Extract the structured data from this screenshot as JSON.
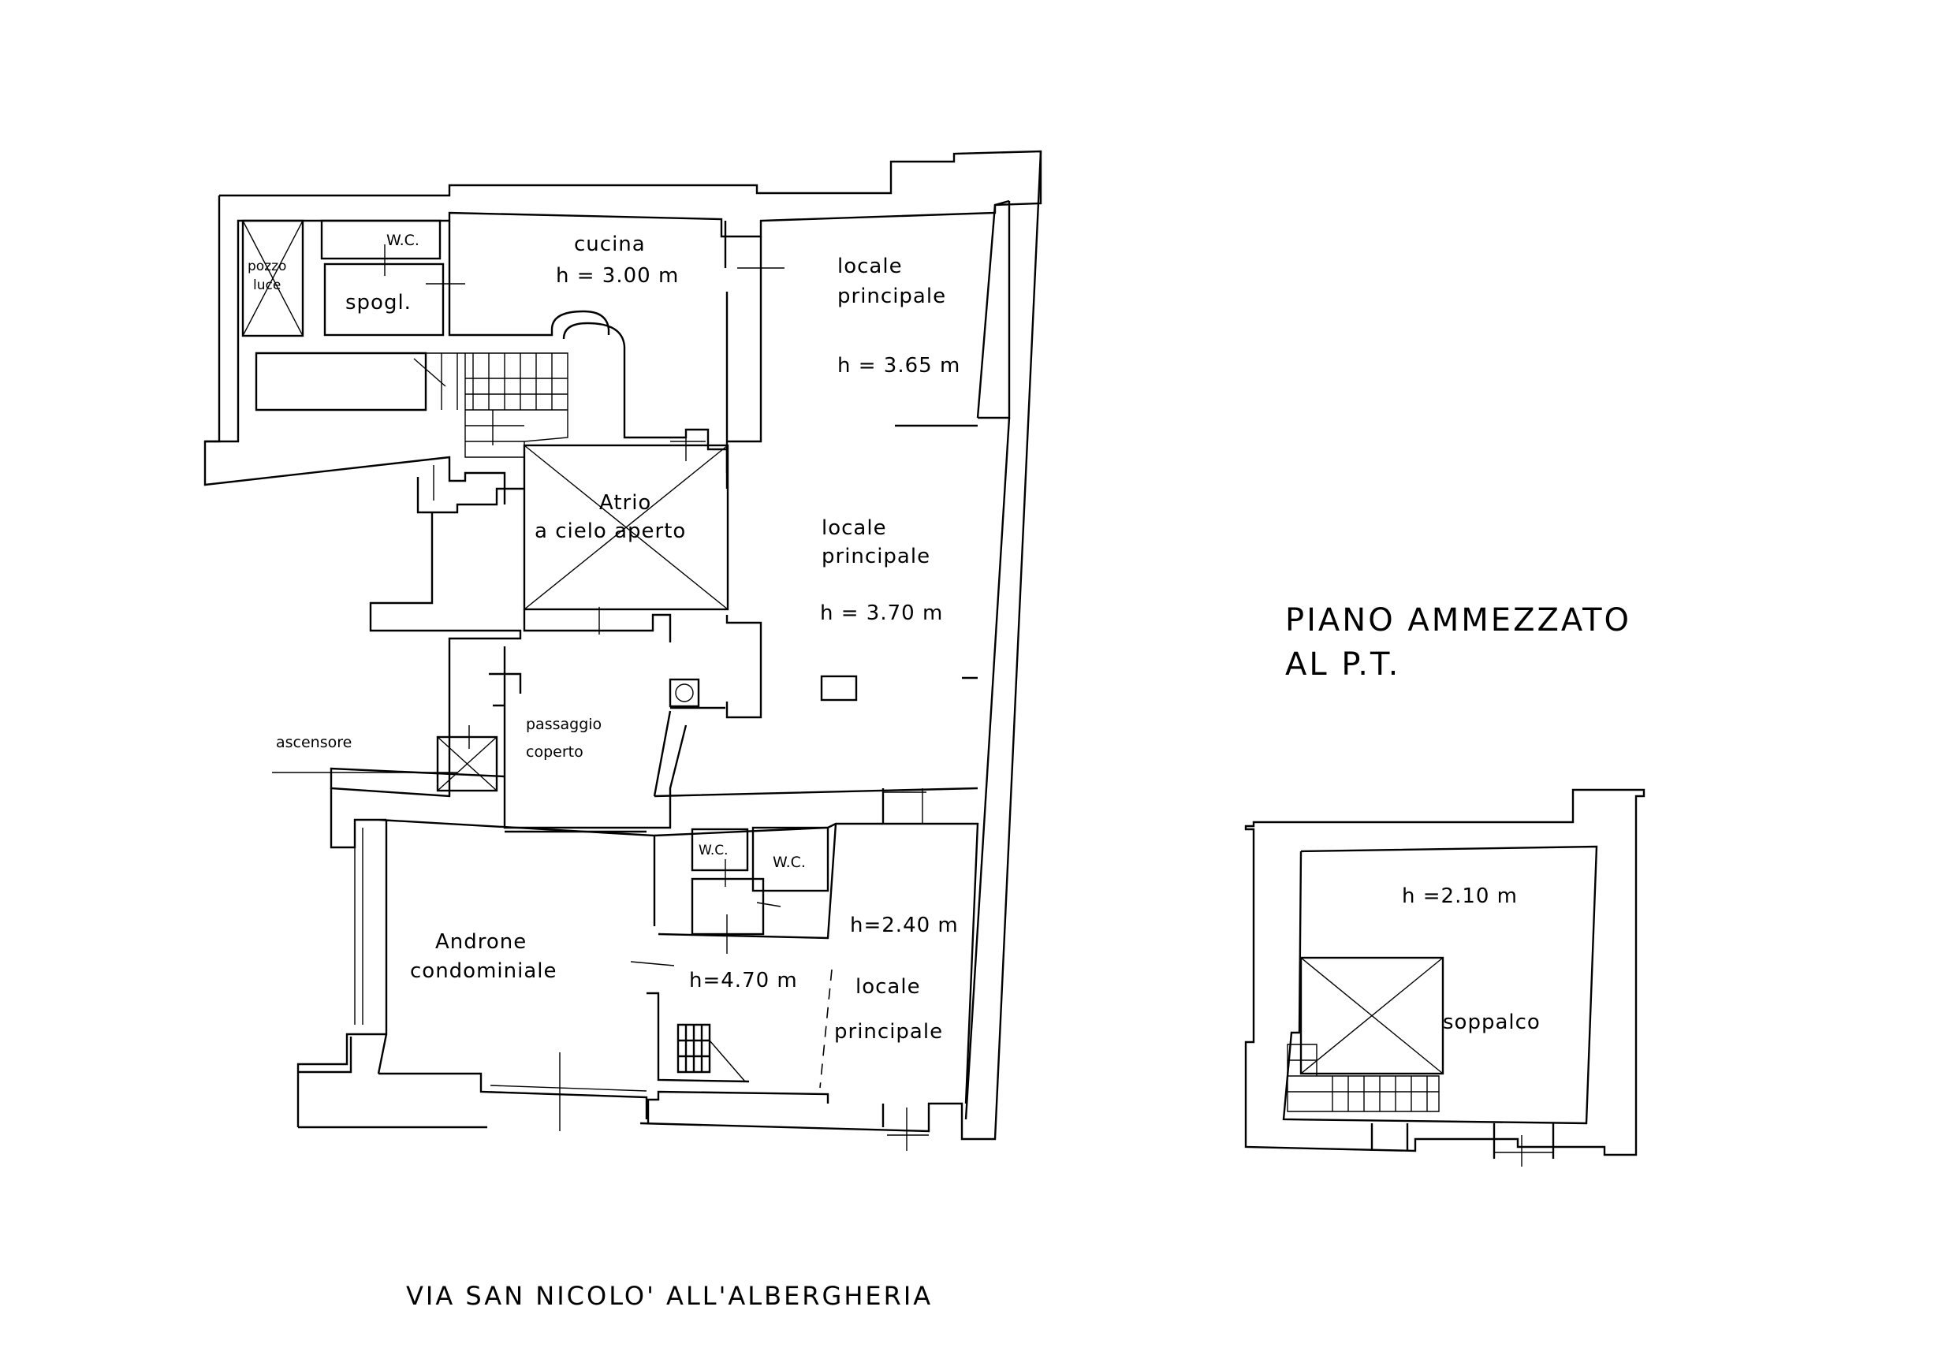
{
  "title": {
    "line1": "PIANO AMMEZZATO",
    "line2": "AL P.T."
  },
  "street": "VIA SAN NICOLO' ALL'ALBERGHERIA",
  "rooms": {
    "pozzo_luce_1": "pozzo",
    "pozzo_luce_2": "luce",
    "wc_top": "W.C.",
    "spogl": "spogl.",
    "cucina_name": "cucina",
    "cucina_h": "h = 3.00 m",
    "locale1_name_1": "locale",
    "locale1_name_2": "principale",
    "locale1_h": "h = 3.65 m",
    "atrio_1": "Atrio",
    "atrio_2": "a cielo aperto",
    "locale2_name_1": "locale",
    "locale2_name_2": "principale",
    "locale2_h": "h = 3.70 m",
    "ascensore": "ascensore",
    "passaggio_1": "passaggio",
    "passaggio_2": "coperto",
    "androne_1": "Androne",
    "androne_2": "condominiale",
    "wc_left": "W.C.",
    "wc_right": "W.C.",
    "h_240": "h=2.40 m",
    "h_470": "h=4.70 m",
    "locale3_name_1": "locale",
    "locale3_name_2": "principale",
    "soppalco_h": "h =2.10 m",
    "soppalco": "soppalco"
  }
}
